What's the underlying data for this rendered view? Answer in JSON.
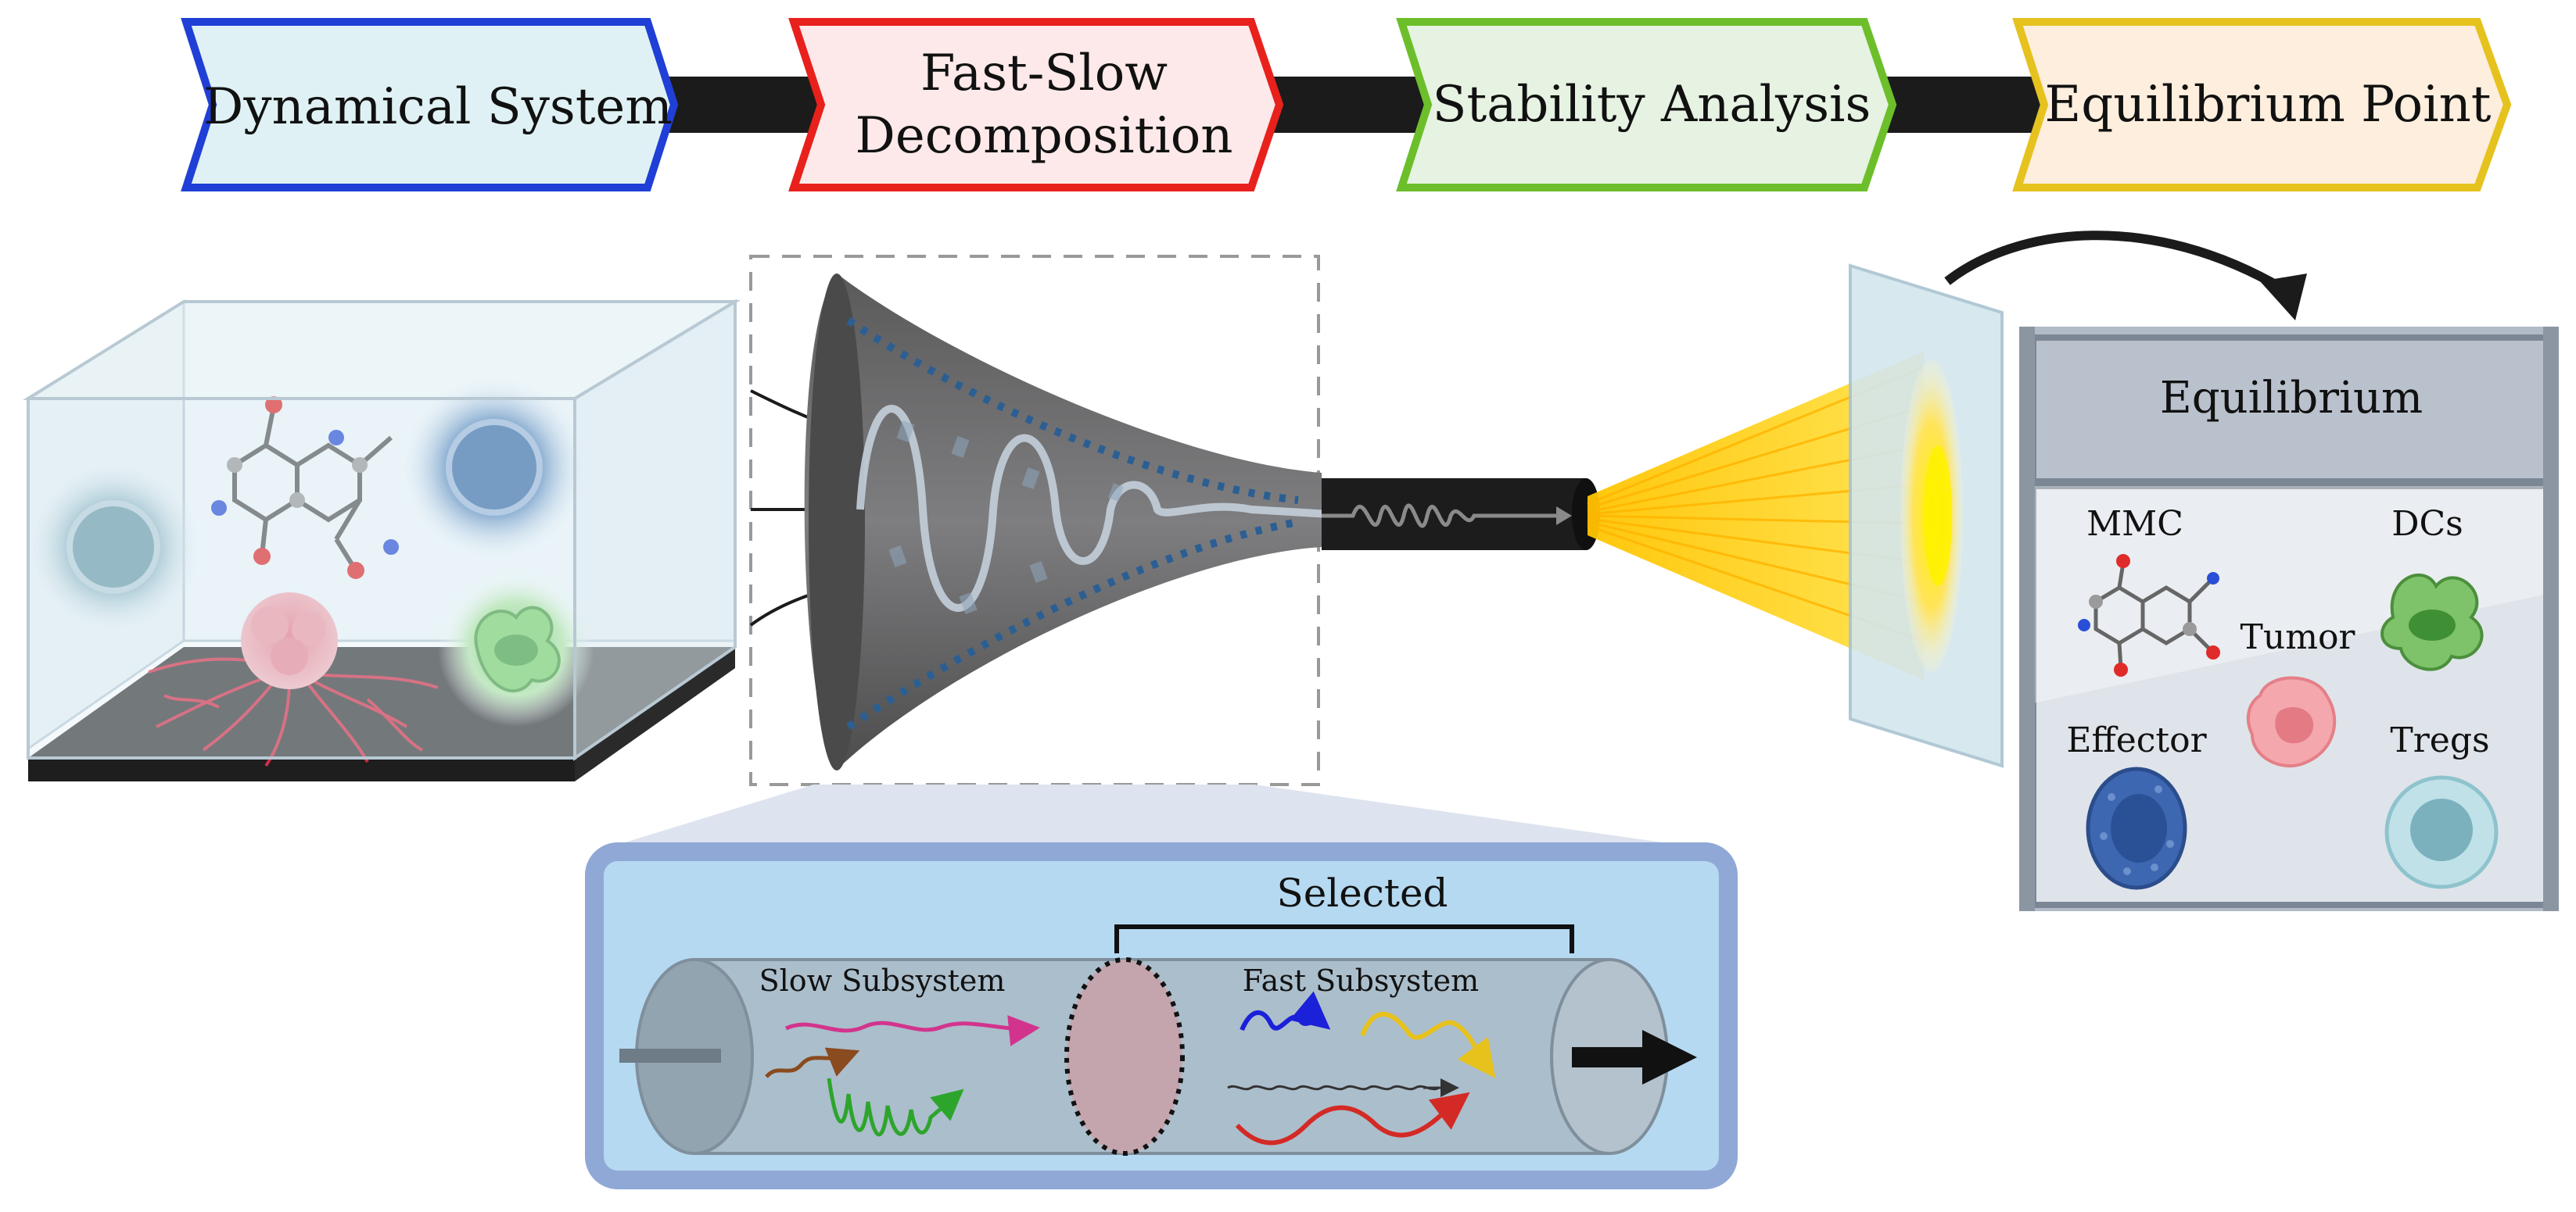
{
  "steps": [
    {
      "label": "Dynamical System",
      "border": "#1f3fd6",
      "fill": "#dff1f4"
    },
    {
      "label_line1": "Fast-Slow",
      "label_line2": "Decomposition",
      "border": "#e8211c",
      "fill": "#fde9e9"
    },
    {
      "label": "Stability Analysis",
      "border": "#6cbf2a",
      "fill": "#e6f2e2"
    },
    {
      "label": "Equilibrium Point",
      "border": "#e6c21f",
      "fill": "#fdeedd"
    }
  ],
  "equilibrium_panel": {
    "title": "Equilibrium",
    "cells": [
      "MMC",
      "DCs",
      "Tumor",
      "Effector",
      "Tregs"
    ]
  },
  "decomposition_panel": {
    "selected_label": "Selected",
    "slow_label": "Slow Subsystem",
    "fast_label": "Fast Subsystem"
  },
  "colors": {
    "connector": "#1b1b1b",
    "funnel": "#6f6f70",
    "dotted_line": "#2b5f93",
    "yellow_light": "#ffd21a",
    "panel_bg": "#b5d9f1",
    "panel_border": "#8fa8d6",
    "tube": "#a9b9c5",
    "selected_disc": "#c4a5ad"
  },
  "icons": [
    "molecule-icon",
    "tumor-cell-icon",
    "dendritic-cell-icon",
    "effector-cell-icon",
    "treg-cell-icon"
  ]
}
